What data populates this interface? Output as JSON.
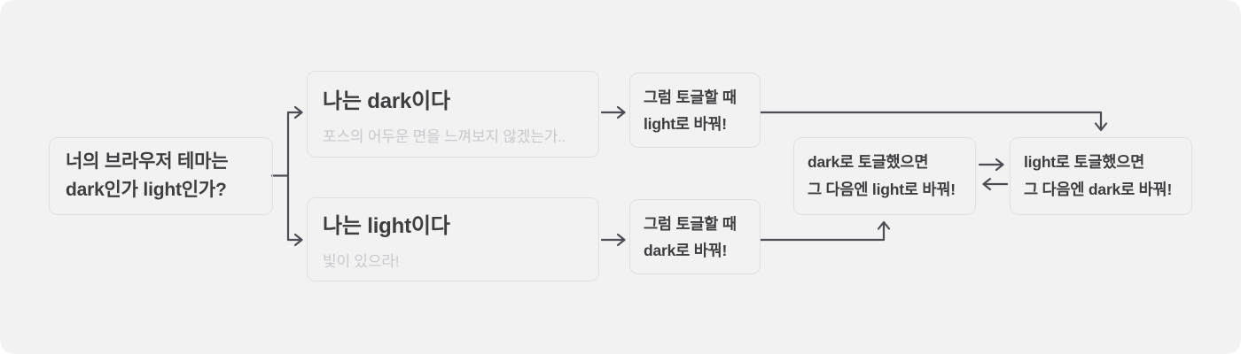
{
  "colors": {
    "canvas_bg": "#f2f2f3",
    "page_bg": "#ffffff",
    "node_border": "#e0e0e3",
    "text_primary": "#3e3e41",
    "text_muted": "#c9c9cd",
    "arrow": "#4d4d55"
  },
  "nodes": {
    "question": {
      "line1": "너의 브라우저 테마는",
      "line2": "dark인가 light인가?"
    },
    "dark_answer": {
      "title": "나는 dark이다",
      "subtitle": "포스의 어두운 면을 느껴보지 않겠는가.."
    },
    "light_answer": {
      "title": "나는 light이다",
      "subtitle": "빛이 있으라!"
    },
    "toggle_to_light": {
      "line1": "그럼 토글할 때",
      "line2": "light로 바꿔!"
    },
    "toggle_to_dark": {
      "line1": "그럼 토글할 때",
      "line2": "dark로 바꿔!"
    },
    "after_dark_toggle": {
      "line1": "dark로 토글했으면",
      "line2": "그 다음엔 light로 바꿔!"
    },
    "after_light_toggle": {
      "line1": "light로 토글했으면",
      "line2": "그 다음엔 dark로 바꿔!"
    }
  }
}
